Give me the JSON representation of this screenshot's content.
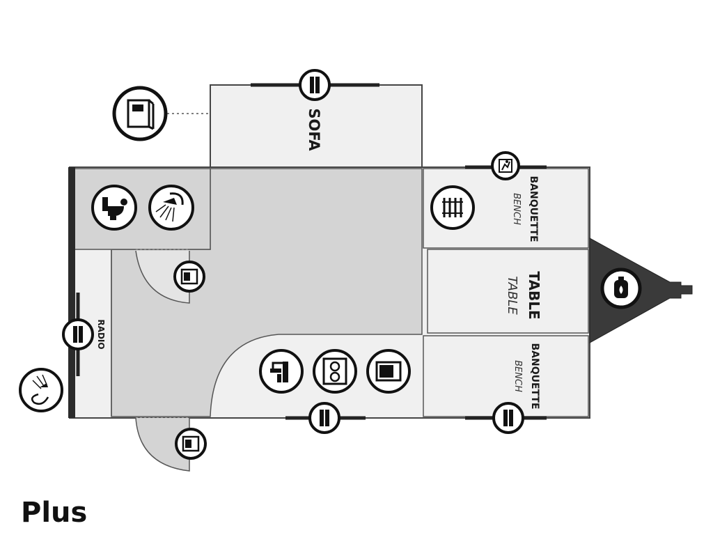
{
  "model": {
    "name": "Plus"
  },
  "rooms": {
    "sofa": "SOFA",
    "banquette_top": {
      "main": "BANQUETTE",
      "sub": "BENCH"
    },
    "table": {
      "main": "TABLE",
      "sub": "TABLE"
    },
    "banquette_bottom": {
      "main": "BANQUETTE",
      "sub": "BENCH"
    },
    "radio": "RADIO"
  },
  "colors": {
    "wall": "#2b2b2b",
    "room_fill": "#f0f0f0",
    "living_fill": "#d4d4d4",
    "hitch_fill": "#3a3a3a"
  },
  "icons": [
    "refrigerator-icon",
    "toilet-icon",
    "shower-icon",
    "door-icon",
    "water-heater-icon",
    "faucet-icon",
    "cooktop-icon",
    "microwave-icon",
    "window-icon",
    "fire-extinguisher-icon",
    "gas-tank-icon",
    "outdoor-shower-icon"
  ]
}
